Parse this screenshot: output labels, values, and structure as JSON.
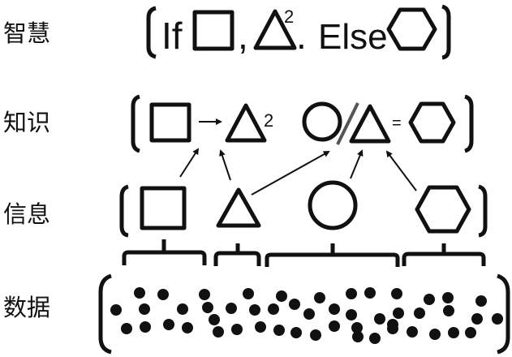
{
  "levels": {
    "wisdom": "智慧",
    "knowledge": "知识",
    "information": "信息",
    "data": "数据"
  },
  "wisdom_row": {
    "if": "If",
    "comma": ",",
    "exponent": "2",
    "period": ".",
    "else": "Else"
  },
  "knowledge_row": {
    "exponent": "2",
    "equals": "="
  },
  "colors": {
    "ink": "#111111"
  }
}
